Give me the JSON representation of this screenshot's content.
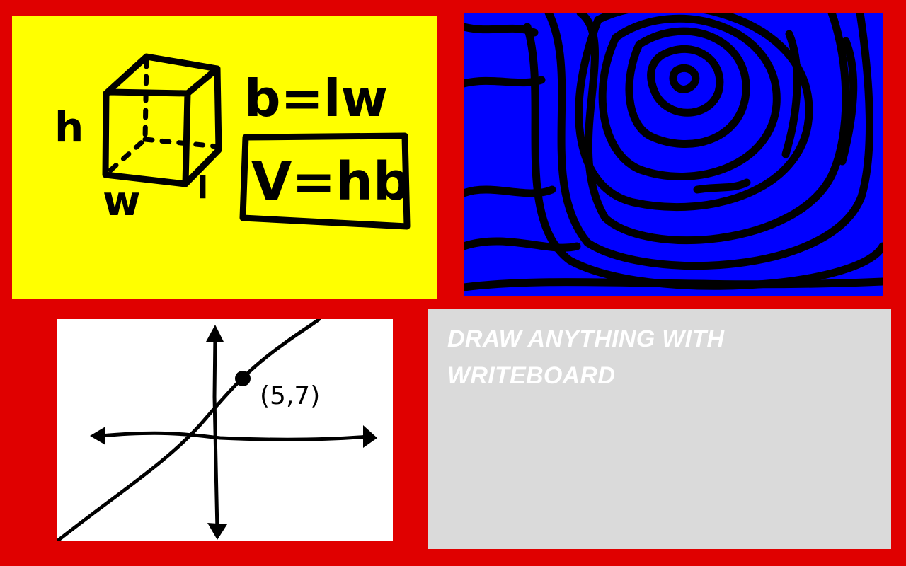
{
  "panels": {
    "geometry": {
      "label_h": "h",
      "label_w": "w",
      "label_l": "l",
      "formula_base": "b=lw",
      "formula_volume": "V=hb"
    },
    "graph": {
      "point_label": "(5,7)"
    },
    "promo": {
      "line1": "DRAW ANYTHING WITH",
      "line2": "WRITEBOARD"
    }
  },
  "colors": {
    "background": "#E00000",
    "yellow_canvas": "#FFFF00",
    "blue_canvas": "#0000FF",
    "white_canvas": "#FFFFFF",
    "gray_panel": "#DADADA",
    "ink": "#000000",
    "promo_text": "#FFFFFF"
  }
}
